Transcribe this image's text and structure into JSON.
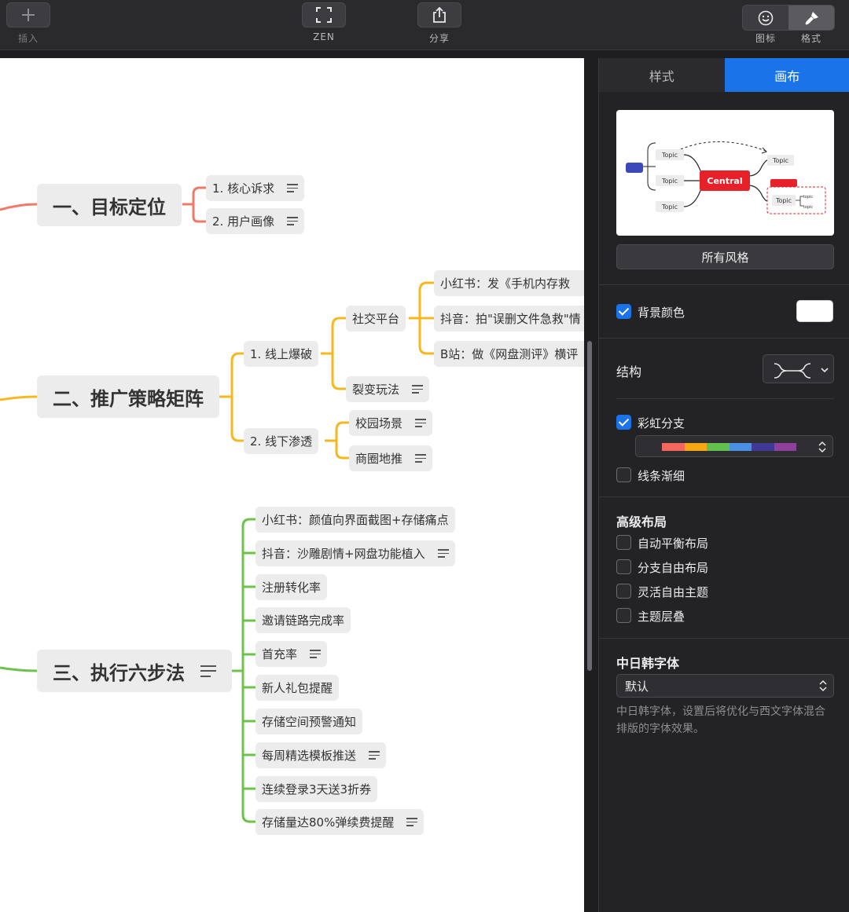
{
  "toolbar": {
    "insert_label": "插入",
    "zen_label": "ZEN",
    "share_label": "分享",
    "icon_label": "图标",
    "format_label": "格式",
    "icons": {
      "insert": "plus-icon",
      "zen": "fullscreen-icon",
      "share": "share-icon",
      "icon": "smiley-icon",
      "format": "brush-icon"
    }
  },
  "mindmap": {
    "branch_colors": [
      "#f07a6a",
      "#f6b81e",
      "#6cc24a"
    ],
    "branches": [
      {
        "title": "一、目标定位",
        "has_note": false,
        "children": [
          {
            "text": "1. 核心诉求",
            "has_note": true
          },
          {
            "text": "2. 用户画像",
            "has_note": true
          }
        ]
      },
      {
        "title": "二、推广策略矩阵",
        "has_note": false,
        "children": [
          {
            "text": "1. 线上爆破",
            "children": [
              {
                "text": "社交平台",
                "children": [
                  {
                    "text": "小红书：发《手机内存救"
                  },
                  {
                    "text": "抖音：拍\"误删文件急救\"情"
                  },
                  {
                    "text": "B站：做《网盘测评》横评"
                  }
                ]
              },
              {
                "text": "裂变玩法",
                "has_note": true
              }
            ]
          },
          {
            "text": "2. 线下渗透",
            "children": [
              {
                "text": "校园场景",
                "has_note": true
              },
              {
                "text": "商圈地推",
                "has_note": true
              }
            ]
          }
        ]
      },
      {
        "title": "三、执行六步法",
        "has_note": true,
        "children": [
          {
            "text": "小红书：颜值向界面截图+存储痛点",
            "has_note": false
          },
          {
            "text": "抖音：沙雕剧情+网盘功能植入",
            "has_note": true
          },
          {
            "text": "注册转化率",
            "has_note": false
          },
          {
            "text": "邀请链路完成率",
            "has_note": false
          },
          {
            "text": "首充率",
            "has_note": true
          },
          {
            "text": "新人礼包提醒",
            "has_note": false
          },
          {
            "text": "存储空间预警通知",
            "has_note": false
          },
          {
            "text": "每周精选模板推送",
            "has_note": true
          },
          {
            "text": "连续登录3天送3折券",
            "has_note": false
          },
          {
            "text": "存储量达80%弹续费提醒",
            "has_note": true
          }
        ]
      }
    ]
  },
  "panel": {
    "tabs": [
      {
        "label": "样式",
        "active": false
      },
      {
        "label": "画布",
        "active": true
      }
    ],
    "preview": {
      "central": "Central",
      "topics": [
        "Topic",
        "Topic",
        "Topic",
        "Topic",
        "Topic"
      ],
      "subtopics": [
        "topic",
        "topic"
      ]
    },
    "all_styles_label": "所有风格",
    "background_color": {
      "label": "背景颜色",
      "checked": true,
      "value": "#ffffff"
    },
    "structure": {
      "label": "结构"
    },
    "rainbow_branch": {
      "label": "彩虹分支",
      "checked": true,
      "colors": [
        "#f4675d",
        "#f6a714",
        "#62c04f",
        "#4a90e2",
        "#413996",
        "#8f3f9c"
      ]
    },
    "line_taper": {
      "label": "线条渐细",
      "checked": false
    },
    "advanced_layout": {
      "title": "高级布局",
      "options": [
        {
          "label": "自动平衡布局",
          "checked": false
        },
        {
          "label": "分支自由布局",
          "checked": false
        },
        {
          "label": "灵活自由主题",
          "checked": false
        },
        {
          "label": "主题层叠",
          "checked": false
        }
      ]
    },
    "cjk_font": {
      "title": "中日韩字体",
      "value": "默认",
      "hint": "中日韩字体，设置后将优化与西文字体混合排版的字体效果。"
    }
  }
}
